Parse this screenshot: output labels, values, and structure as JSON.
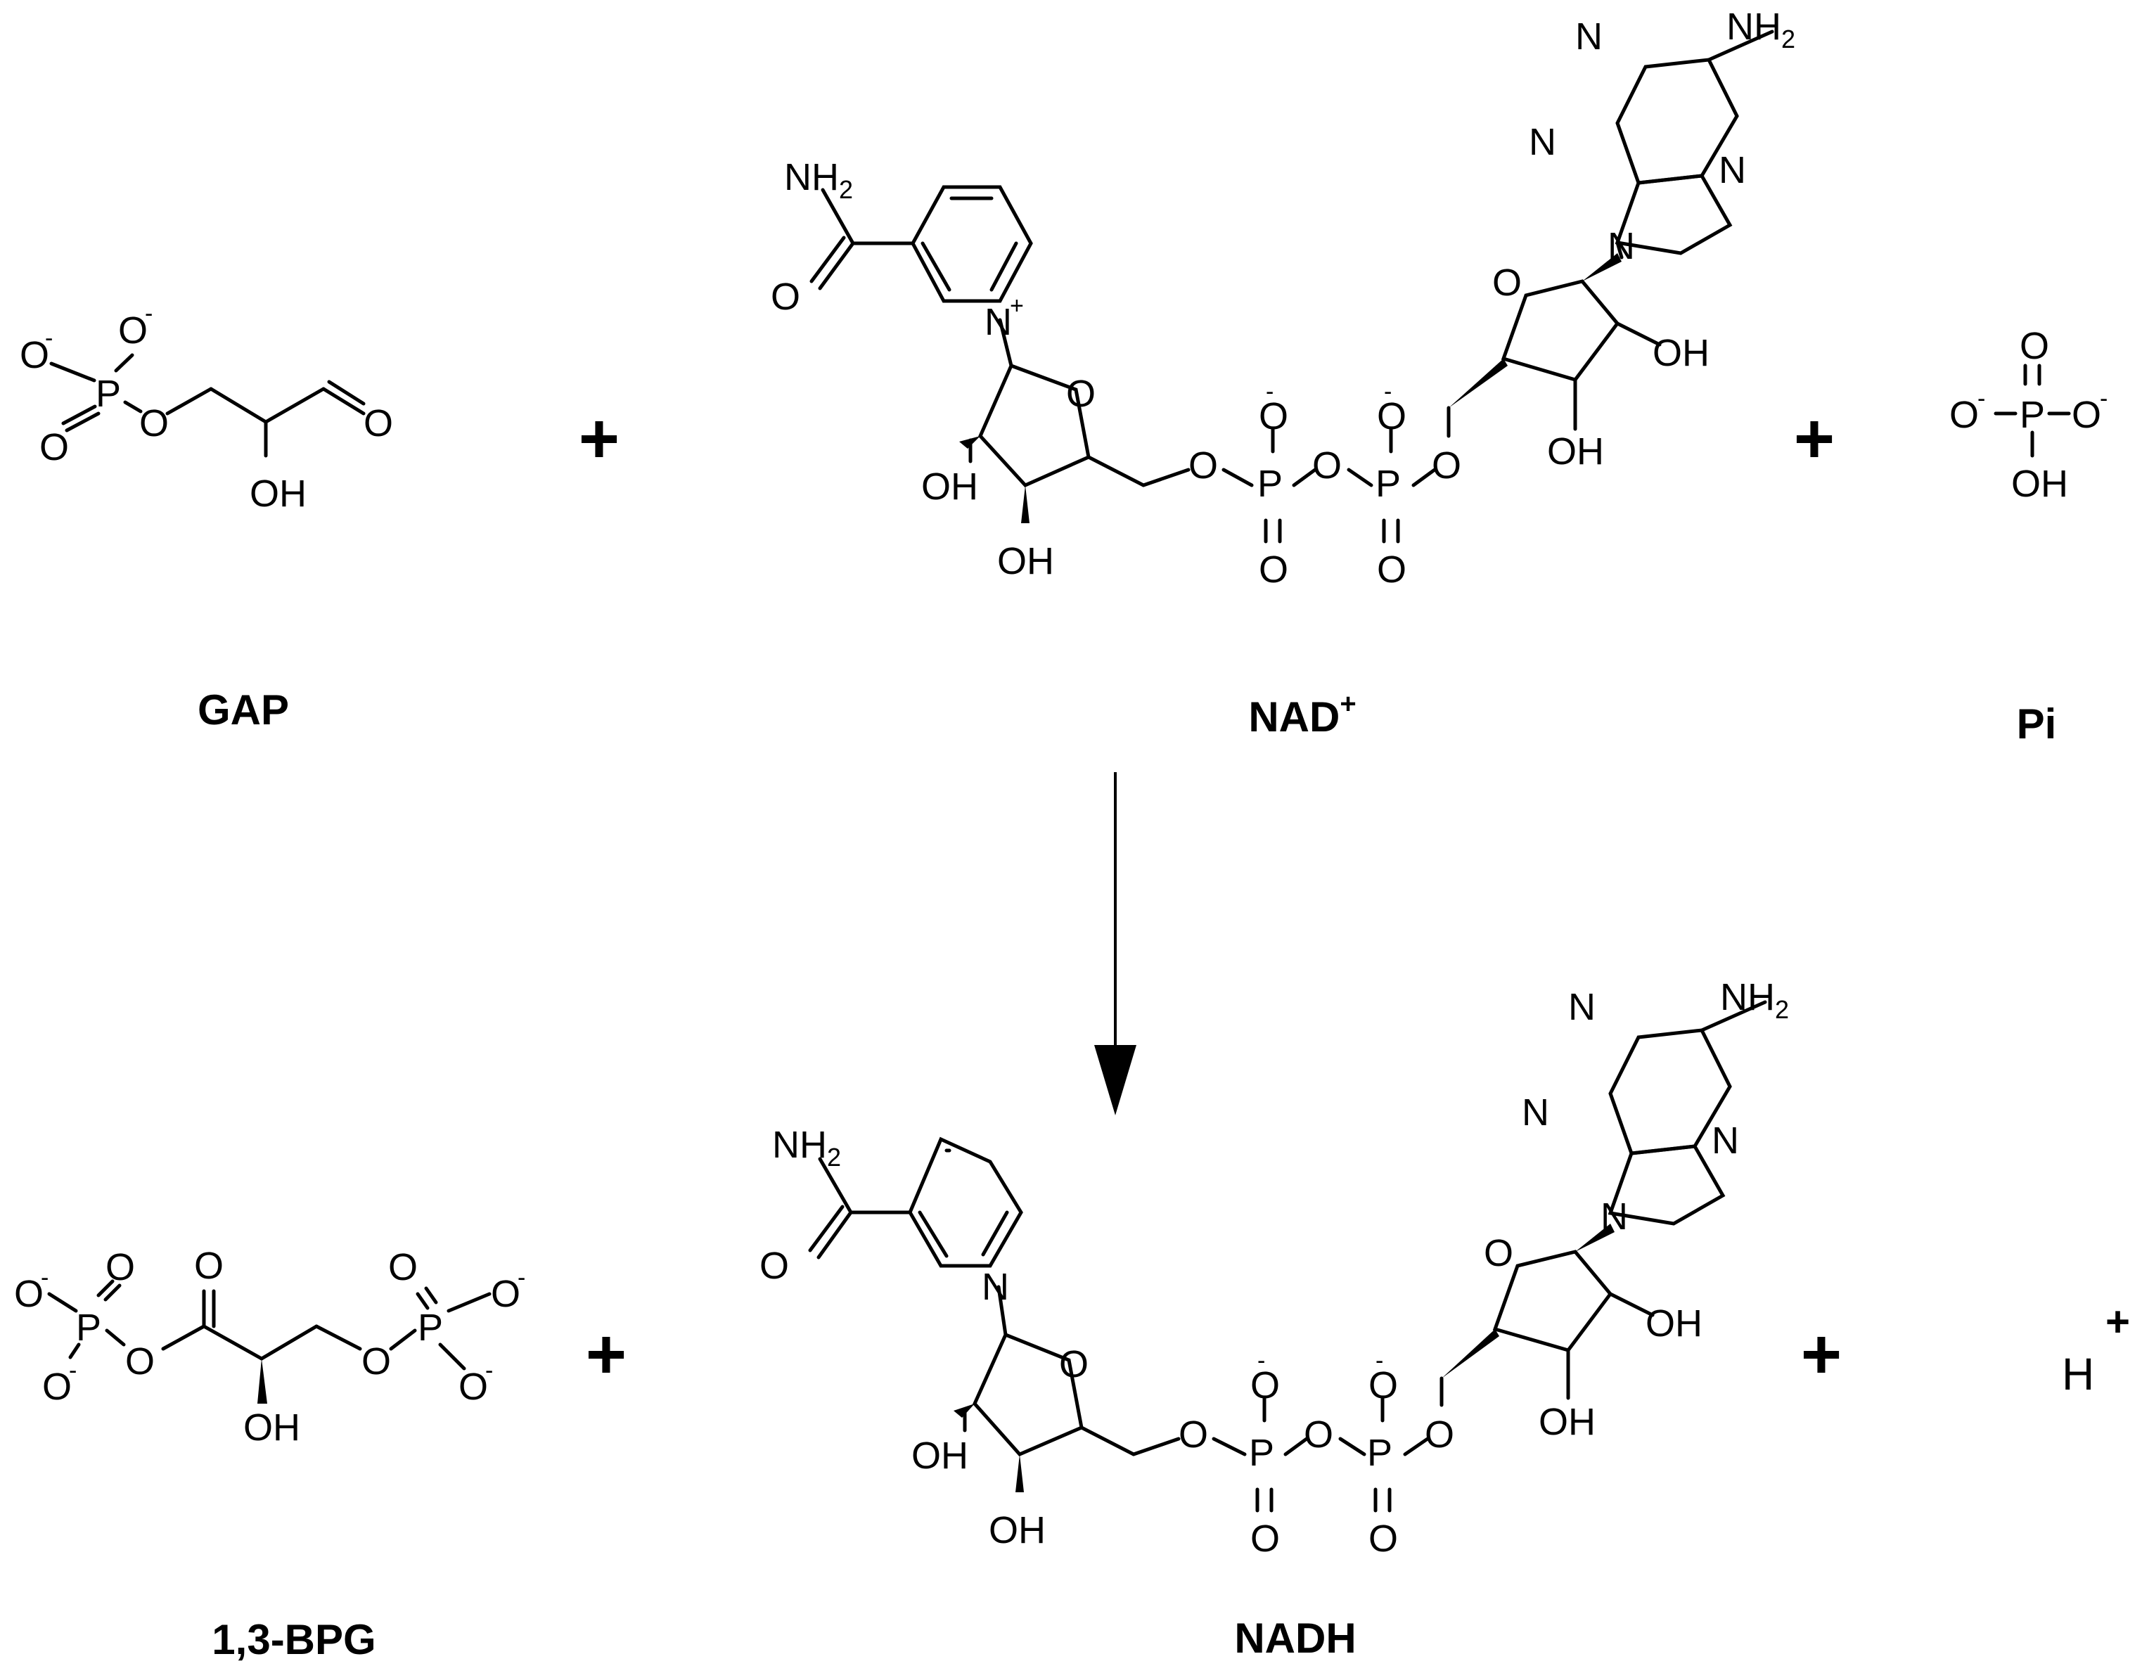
{
  "reaction": {
    "reactants": [
      {
        "label": "GAP"
      },
      {
        "label": "NAD",
        "charge": "+"
      },
      {
        "label": "Pi"
      }
    ],
    "products": [
      {
        "label": "1,3-BPG"
      },
      {
        "label": "NADH"
      },
      {
        "label": "H",
        "charge": "+"
      }
    ],
    "operator": "+"
  },
  "atoms": {
    "O": "O",
    "P": "P",
    "N": "N",
    "OH": "OH",
    "NH": "NH",
    "two": "2",
    "plus": "+",
    "minus": "-"
  }
}
